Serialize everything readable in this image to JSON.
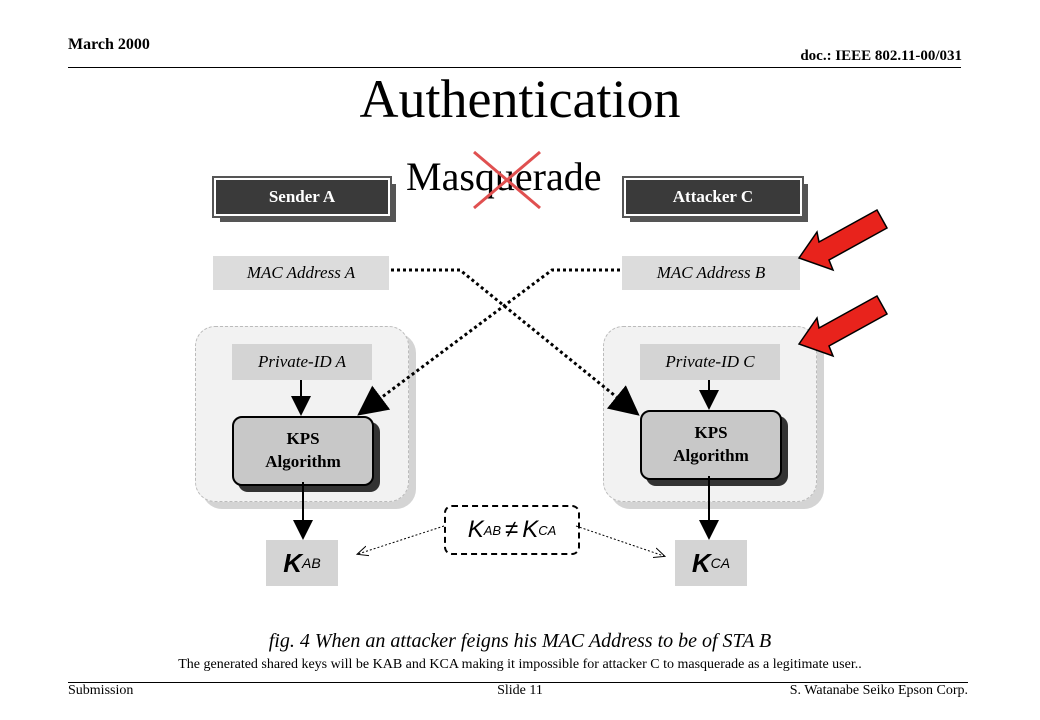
{
  "header": {
    "date": "March 2000",
    "doc": "doc.: IEEE 802.11-00/031"
  },
  "title": "Authentication",
  "subtitle": "Masquerade",
  "left": {
    "banner": "Sender A",
    "mac": "MAC Address A",
    "private_id": "Private-ID A",
    "kps_line1": "KPS",
    "kps_line2": "Algorithm",
    "key_main": "K",
    "key_sub": "AB"
  },
  "right": {
    "banner": "Attacker C",
    "mac": "MAC Address B",
    "private_id": "Private-ID C",
    "kps_line1": "KPS",
    "kps_line2": "Algorithm",
    "key_main": "K",
    "key_sub": "CA"
  },
  "inequality": {
    "lhs": "K",
    "lhs_sub": "AB",
    "op": "≠",
    "rhs": "K",
    "rhs_sub": "CA"
  },
  "caption": "fig. 4  When an attacker feigns his MAC Address to be of STA B",
  "note": "The generated shared keys will be KAB and KCA making it impossible for attacker C to masquerade as a legitimate user..",
  "footer": {
    "left": "Submission",
    "center": "Slide 11",
    "right": "S. Watanabe  Seiko Epson Corp."
  },
  "colors": {
    "arrow": "#e8231c",
    "cross": "#e05050"
  }
}
